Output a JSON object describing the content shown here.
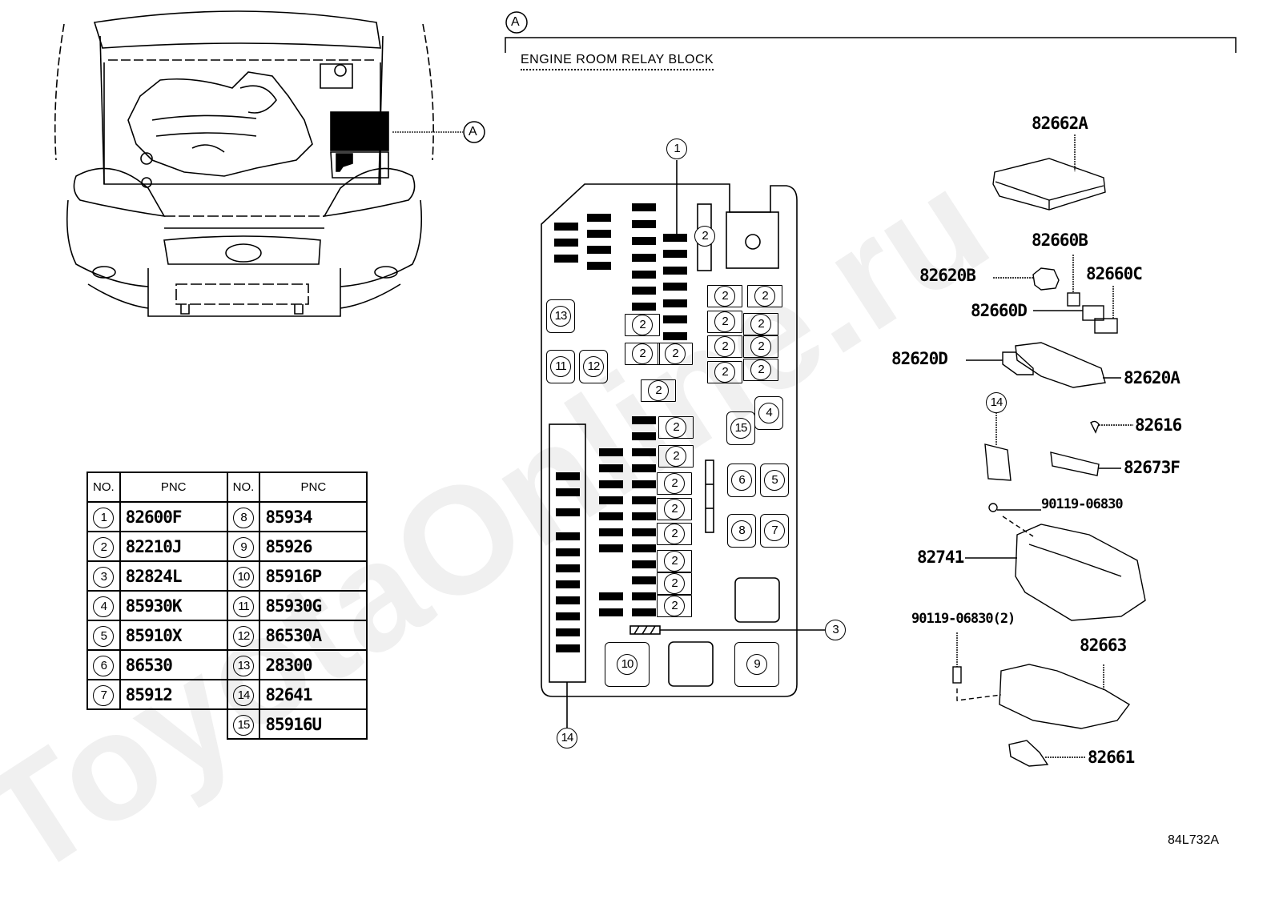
{
  "section": {
    "ref_letter": "A",
    "title": "ENGINE ROOM RELAY BLOCK"
  },
  "vehicle_view": {
    "callout": "A"
  },
  "watermark": "ToyotaOnline.ru",
  "diagram_code": "84L732A",
  "pnc_table": {
    "headers": [
      "NO.",
      "PNC",
      "NO.",
      "PNC"
    ],
    "left": [
      {
        "no": "1",
        "pnc": "82600F"
      },
      {
        "no": "2",
        "pnc": "82210J"
      },
      {
        "no": "3",
        "pnc": "82824L"
      },
      {
        "no": "4",
        "pnc": "85930K"
      },
      {
        "no": "5",
        "pnc": "85910X"
      },
      {
        "no": "6",
        "pnc": "86530"
      },
      {
        "no": "7",
        "pnc": "85912"
      }
    ],
    "right": [
      {
        "no": "8",
        "pnc": "85934"
      },
      {
        "no": "9",
        "pnc": "85926"
      },
      {
        "no": "10",
        "pnc": "85916P"
      },
      {
        "no": "11",
        "pnc": "85930G"
      },
      {
        "no": "12",
        "pnc": "86530A"
      },
      {
        "no": "13",
        "pnc": "28300"
      },
      {
        "no": "14",
        "pnc": "82641"
      },
      {
        "no": "15",
        "pnc": "85916U"
      }
    ]
  },
  "relay_block": {
    "callouts": {
      "c1": "1",
      "c2": "2",
      "c3": "3",
      "c4": "4",
      "c5": "5",
      "c6": "6",
      "c7": "7",
      "c8": "8",
      "c9": "9",
      "c10": "10",
      "c11": "11",
      "c12": "12",
      "c13": "13",
      "c14": "14",
      "c15": "15"
    }
  },
  "exploded_parts": {
    "cover": "82662A",
    "p82660B": "82660B",
    "p82620B": "82620B",
    "p82660C": "82660C",
    "p82660D": "82660D",
    "p82620D": "82620D",
    "p82620A": "82620A",
    "c14": "14",
    "p82616": "82616",
    "p82673F": "82673F",
    "bolt1": "90119-06830",
    "p82741": "82741",
    "bolt2": "90119-06830(2)",
    "p82663": "82663",
    "p82661": "82661"
  }
}
